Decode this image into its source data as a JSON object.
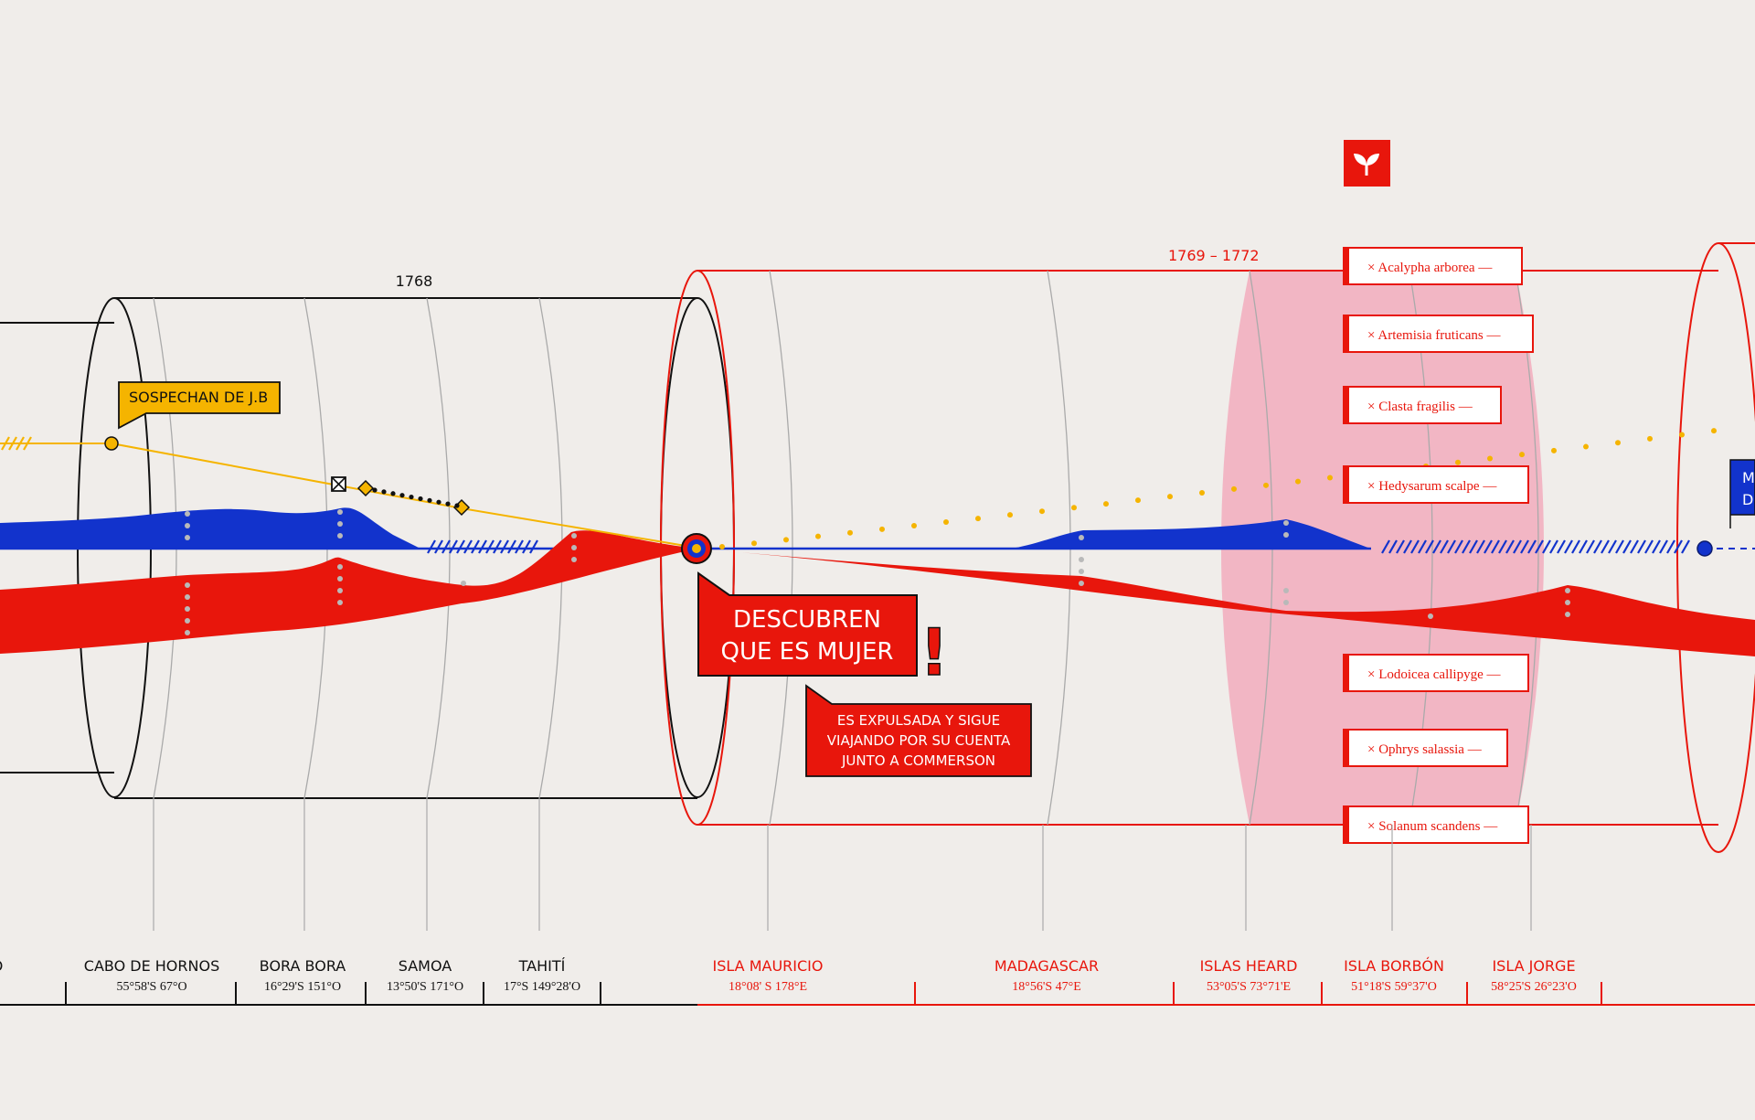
{
  "colors": {
    "background": "#f0edea",
    "red": "#e8160c",
    "blue": "#1233cc",
    "yellow": "#f5b400",
    "pink": "#f2b6c4",
    "black": "#111111",
    "grey": "#9a9a9a"
  },
  "periods": {
    "first": "1768",
    "second": "1769  –  1772"
  },
  "callouts": {
    "suspicion": "SOSPECHAN DE J.B",
    "discovery_line1": "DESCUBREN",
    "discovery_line2": "QUE ES MUJER",
    "exclamation": "!",
    "expelled_line1": "ES EXPULSADA Y SIGUE",
    "expelled_line2": "VIAJANDO POR SU CUENTA",
    "expelled_line3": "JUNTO A COMMERSON",
    "right_edge_line1": "M",
    "right_edge_line2": "D"
  },
  "plant_icon": "sprout-icon",
  "species": [
    "× Acalypha arborea —",
    "× Artemisia fruticans —",
    "× Clasta fragilis —",
    "× Hedysarum scalpe —",
    "× Lodoicea callipyge —",
    "× Ophrys salassia —",
    "× Solanum scandens —"
  ],
  "places": [
    {
      "name": "O",
      "coords": ""
    },
    {
      "name": "CABO DE HORNOS",
      "coords": "55°58'S  67°O"
    },
    {
      "name": "BORA BORA",
      "coords": "16°29'S  151°O"
    },
    {
      "name": "SAMOA",
      "coords": "13°50'S  171°O"
    },
    {
      "name": "TAHITÍ",
      "coords": "17°S  149°28'O"
    },
    {
      "name": "ISLA MAURICIO",
      "coords": "18°08' S  178°E"
    },
    {
      "name": "MADAGASCAR",
      "coords": "18°56'S  47°E"
    },
    {
      "name": "ISLAS HEARD",
      "coords": "53°05'S  73°71'E"
    },
    {
      "name": "ISLA BORBÓN",
      "coords": "51°18'S  59°37'O"
    },
    {
      "name": "ISLA JORGE",
      "coords": "58°25'S  26°23'O"
    }
  ]
}
